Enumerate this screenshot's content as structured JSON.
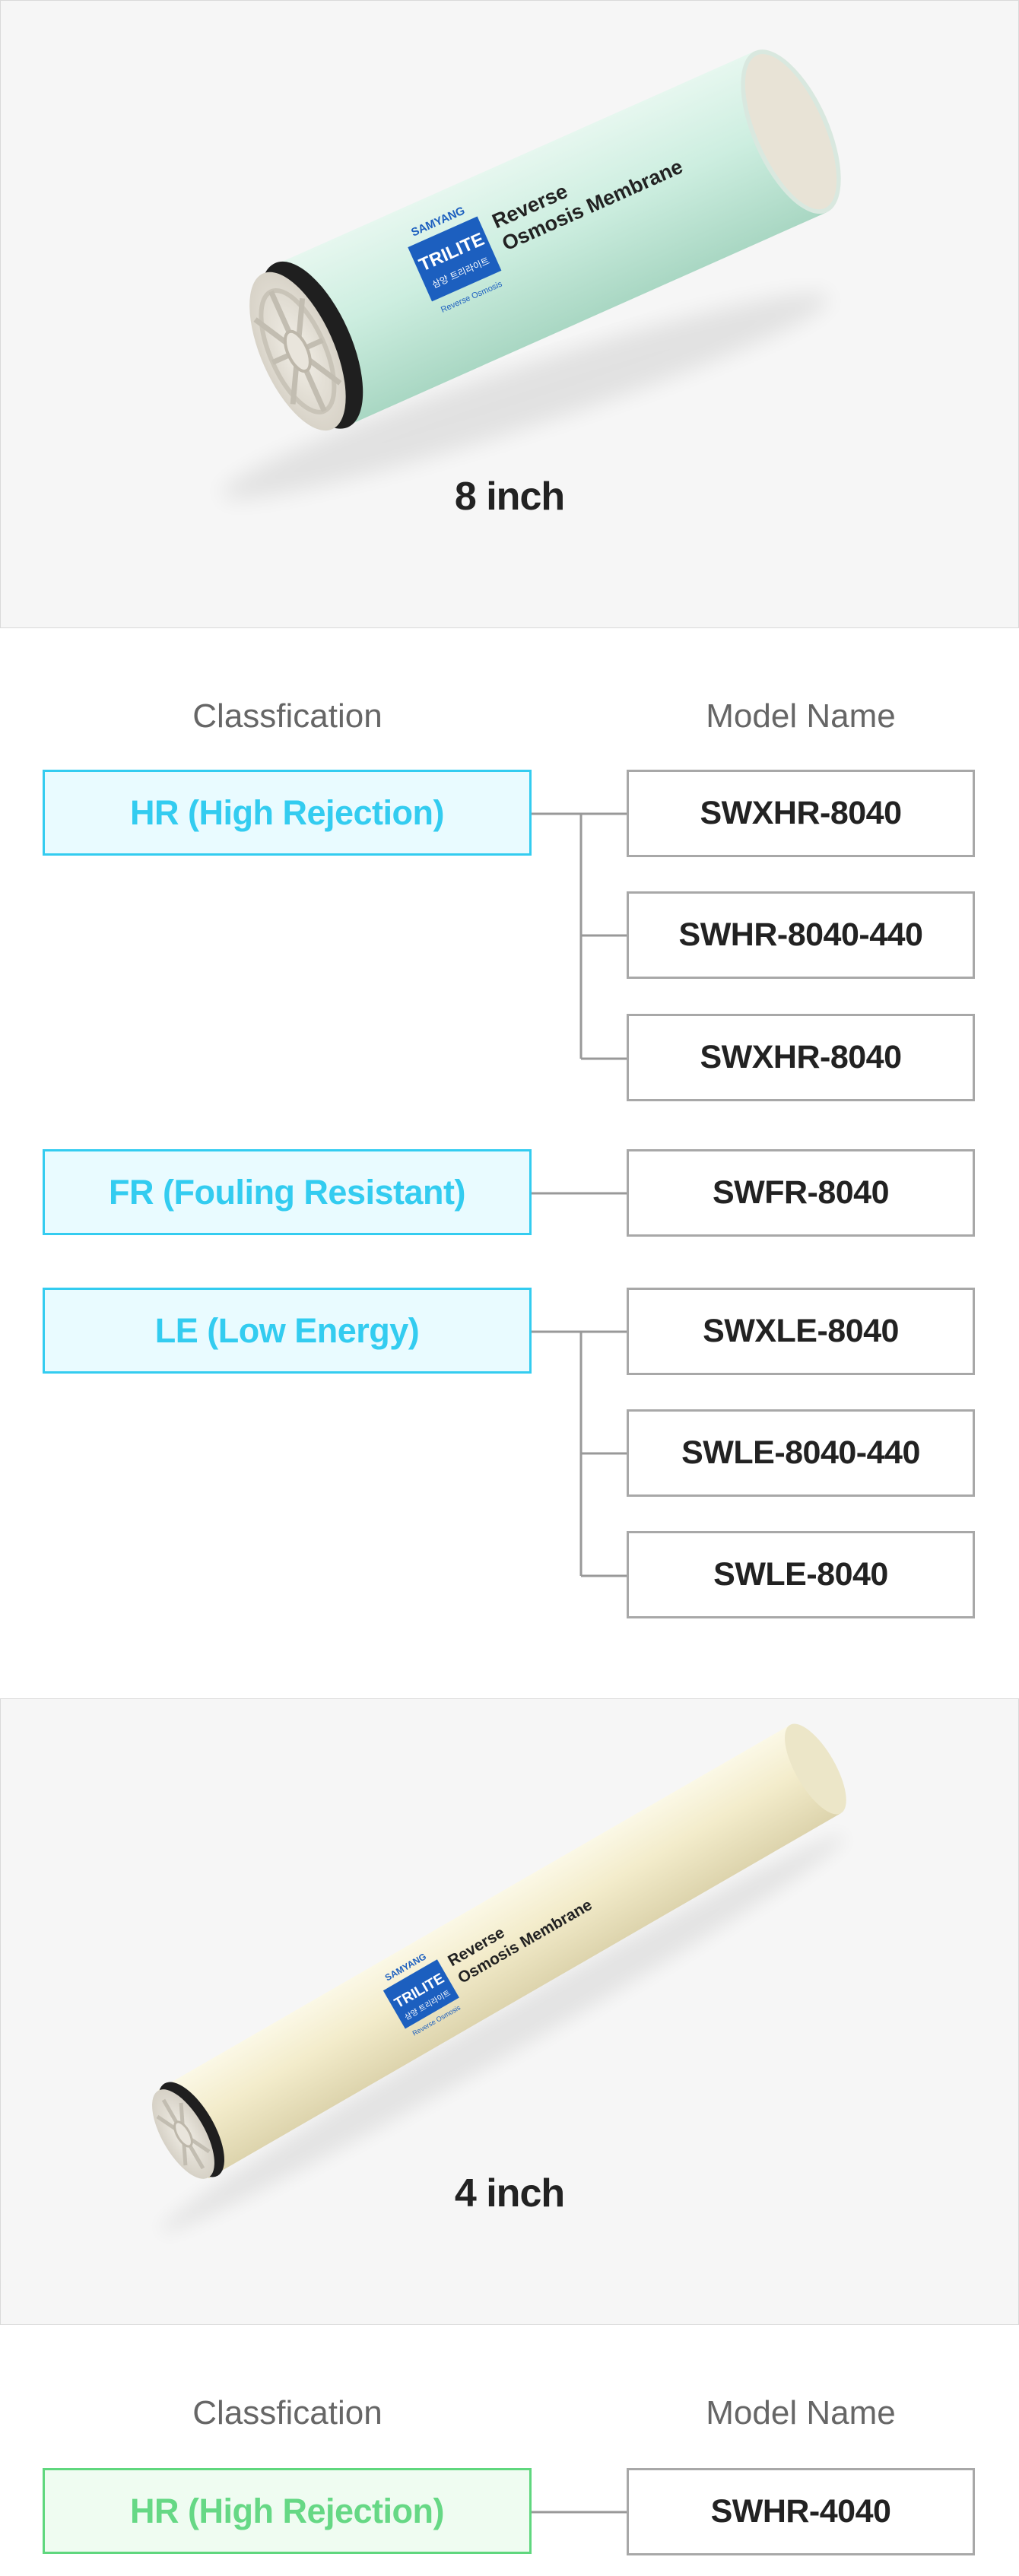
{
  "section_8inch": {
    "size_label": "8 inch",
    "membrane_label": {
      "brand": "SAMYANG",
      "logo": "TRILITE",
      "logo_korean": "삼양 트리라이트",
      "tagline": "Reverse Osmosis",
      "title_line1": "Reverse",
      "title_line2": "Osmosis Membrane"
    },
    "membrane_color": "#cfeee0"
  },
  "table_8inch": {
    "header_classification": "Classfication",
    "header_model": "Model Name",
    "groups": [
      {
        "classification": "HR (High Rejection)",
        "models": [
          "SWXHR-8040",
          "SWHR-8040-440",
          "SWXHR-8040"
        ]
      },
      {
        "classification": "FR (Fouling Resistant)",
        "models": [
          "SWFR-8040"
        ]
      },
      {
        "classification": "LE (Low Energy)",
        "models": [
          "SWXLE-8040",
          "SWLE-8040-440",
          "SWLE-8040"
        ]
      }
    ],
    "accent_color": "#33ccf0"
  },
  "section_4inch": {
    "size_label": "4 inch",
    "membrane_label": {
      "brand": "SAMYANG",
      "logo": "TRILITE",
      "logo_korean": "삼양 트리라이트",
      "tagline": "Reverse Osmosis",
      "title_line1": "Reverse",
      "title_line2": "Osmosis Membrane"
    },
    "membrane_color": "#f7f1d2"
  },
  "table_4inch": {
    "header_classification": "Classfication",
    "header_model": "Model Name",
    "groups": [
      {
        "classification": "HR (High Rejection)",
        "models": [
          "SWHR-4040"
        ]
      }
    ],
    "accent_color": "#5fd77e"
  }
}
